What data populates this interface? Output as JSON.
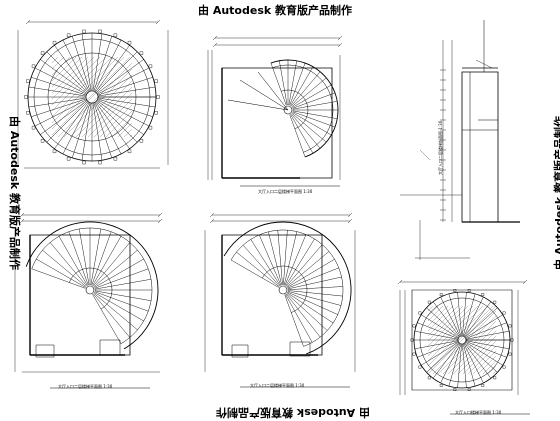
{
  "watermark": {
    "top": "由 Autodesk 教育版产品制作",
    "bottom": "由 Autodesk 教育版产品制作",
    "left": "由 Autodesk 教育版产品制作",
    "right": "由 Autodesk 教育版产品制作"
  },
  "captions": {
    "plan_top_middle": "大厅入口二层楼梯平面图 1:30",
    "plan_bottom_left": "大厅入口二层楼梯平面图 1:30",
    "plan_bottom_middle": "大厅入口二层楼梯平面图 1:30",
    "section_right": "大厅入口二层楼梯剖面图 1:30",
    "plan_bottom_right": "大厅入口楼梯平面图 1:30"
  }
}
